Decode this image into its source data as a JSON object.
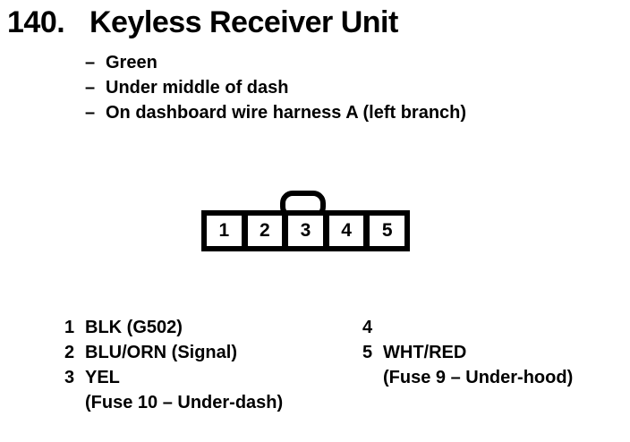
{
  "header": {
    "number": "140.",
    "title": "Keyless Receiver Unit"
  },
  "details": {
    "bullet": "–",
    "items": [
      "Green",
      "Under middle of dash",
      "On dashboard wire harness A (left branch)"
    ]
  },
  "connector": {
    "pins": [
      "1",
      "2",
      "3",
      "4",
      "5"
    ]
  },
  "pin_table": {
    "left": {
      "rows": [
        {
          "pin": "1",
          "label": "BLK (G502)"
        },
        {
          "pin": "2",
          "label": "BLU/ORN (Signal)"
        },
        {
          "pin": "3",
          "label": "YEL"
        }
      ],
      "note": "(Fuse 10 – Under-dash)"
    },
    "right": {
      "rows": [
        {
          "pin": "4",
          "label": ""
        },
        {
          "pin": "5",
          "label": "WHT/RED"
        }
      ],
      "note": "(Fuse 9 – Under-hood)"
    }
  },
  "colors": {
    "ink": "#000000",
    "paper": "#ffffff"
  }
}
